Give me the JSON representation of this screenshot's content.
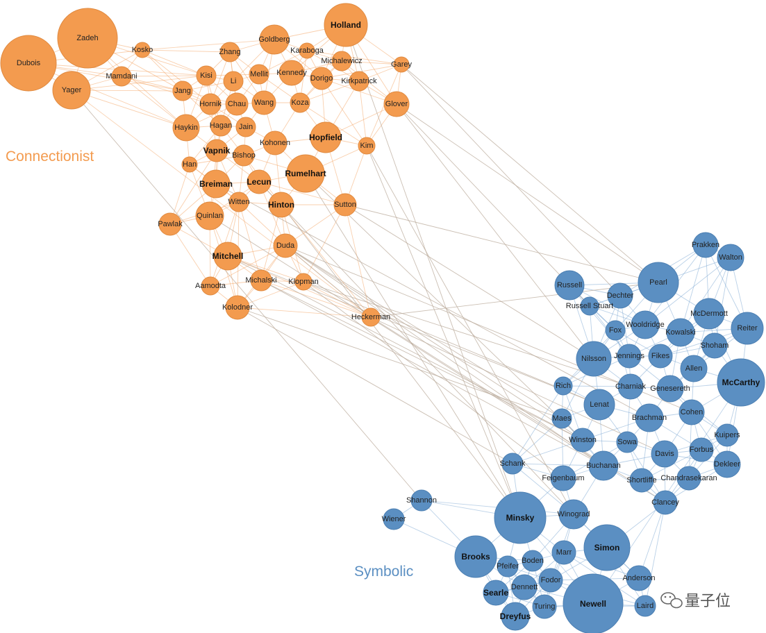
{
  "clusters": [
    {
      "id": "connectionist",
      "label": "Connectionist",
      "color": "#f39b4f",
      "stroke": "#e08a40",
      "edge_color": "#f4a86a"
    },
    {
      "id": "symbolic",
      "label": "Symbolic",
      "color": "#5b8fc2",
      "stroke": "#4c7fb2",
      "edge_color": "#7fa9d4"
    }
  ],
  "cross_edge_color": "#b9aa9a",
  "nodes": [
    {
      "id": "zadeh",
      "label": "Zadeh",
      "c": "connectionist",
      "bold": false
    },
    {
      "id": "dubois",
      "label": "Dubois",
      "c": "connectionist",
      "bold": false
    },
    {
      "id": "yager",
      "label": "Yager",
      "c": "connectionist",
      "bold": false
    },
    {
      "id": "mamdani",
      "label": "Mamdani",
      "c": "connectionist",
      "bold": false
    },
    {
      "id": "kosko",
      "label": "Kosko",
      "c": "connectionist",
      "bold": false
    },
    {
      "id": "zhang",
      "label": "Zhang",
      "c": "connectionist",
      "bold": false
    },
    {
      "id": "goldberg",
      "label": "Goldberg",
      "c": "connectionist",
      "bold": false
    },
    {
      "id": "holland",
      "label": "Holland",
      "c": "connectionist",
      "bold": true
    },
    {
      "id": "karaboga",
      "label": "Karaboga",
      "c": "connectionist",
      "bold": false
    },
    {
      "id": "michalewicz",
      "label": "Michalewicz",
      "c": "connectionist",
      "bold": false
    },
    {
      "id": "garey",
      "label": "Garey",
      "c": "connectionist",
      "bold": false
    },
    {
      "id": "kisi",
      "label": "Kisi",
      "c": "connectionist",
      "bold": false
    },
    {
      "id": "li",
      "label": "Li",
      "c": "connectionist",
      "bold": false
    },
    {
      "id": "mellit",
      "label": "Mellit",
      "c": "connectionist",
      "bold": false
    },
    {
      "id": "kennedy",
      "label": "Kennedy",
      "c": "connectionist",
      "bold": false
    },
    {
      "id": "dorigo",
      "label": "Dorigo",
      "c": "connectionist",
      "bold": false
    },
    {
      "id": "kirkpatrick",
      "label": "Kirkpatrick",
      "c": "connectionist",
      "bold": false
    },
    {
      "id": "jang",
      "label": "Jang",
      "c": "connectionist",
      "bold": false
    },
    {
      "id": "hornik",
      "label": "Hornik",
      "c": "connectionist",
      "bold": false
    },
    {
      "id": "chau",
      "label": "Chau",
      "c": "connectionist",
      "bold": false
    },
    {
      "id": "wang",
      "label": "Wang",
      "c": "connectionist",
      "bold": false
    },
    {
      "id": "koza",
      "label": "Koza",
      "c": "connectionist",
      "bold": false
    },
    {
      "id": "glover",
      "label": "Glover",
      "c": "connectionist",
      "bold": false
    },
    {
      "id": "haykin",
      "label": "Haykin",
      "c": "connectionist",
      "bold": false
    },
    {
      "id": "hagan",
      "label": "Hagan",
      "c": "connectionist",
      "bold": false
    },
    {
      "id": "jain",
      "label": "Jain",
      "c": "connectionist",
      "bold": false
    },
    {
      "id": "kohonen",
      "label": "Kohonen",
      "c": "connectionist",
      "bold": false
    },
    {
      "id": "hopfield",
      "label": "Hopfield",
      "c": "connectionist",
      "bold": true
    },
    {
      "id": "kim",
      "label": "Kim",
      "c": "connectionist",
      "bold": false
    },
    {
      "id": "vapnik",
      "label": "Vapnik",
      "c": "connectionist",
      "bold": true
    },
    {
      "id": "bishop",
      "label": "Bishop",
      "c": "connectionist",
      "bold": false
    },
    {
      "id": "han",
      "label": "Han",
      "c": "connectionist",
      "bold": false
    },
    {
      "id": "rumelhart",
      "label": "Rumelhart",
      "c": "connectionist",
      "bold": true
    },
    {
      "id": "breiman",
      "label": "Breiman",
      "c": "connectionist",
      "bold": true
    },
    {
      "id": "lecun",
      "label": "Lecun",
      "c": "connectionist",
      "bold": true
    },
    {
      "id": "witten",
      "label": "Witten",
      "c": "connectionist",
      "bold": false
    },
    {
      "id": "hinton",
      "label": "Hinton",
      "c": "connectionist",
      "bold": true
    },
    {
      "id": "sutton",
      "label": "Sutton",
      "c": "connectionist",
      "bold": false
    },
    {
      "id": "pawlak",
      "label": "Pawlak",
      "c": "connectionist",
      "bold": false
    },
    {
      "id": "quinlan",
      "label": "Quinlan",
      "c": "connectionist",
      "bold": false
    },
    {
      "id": "duda",
      "label": "Duda",
      "c": "connectionist",
      "bold": false
    },
    {
      "id": "mitchell",
      "label": "Mitchell",
      "c": "connectionist",
      "bold": true
    },
    {
      "id": "aamodt",
      "label": "Aamodta",
      "c": "connectionist",
      "bold": false
    },
    {
      "id": "michalski",
      "label": "Michalski",
      "c": "connectionist",
      "bold": false
    },
    {
      "id": "klopman",
      "label": "Klopman",
      "c": "connectionist",
      "bold": false
    },
    {
      "id": "kolodner",
      "label": "Kolodner",
      "c": "connectionist",
      "bold": false
    },
    {
      "id": "heckerman",
      "label": "Heckerman",
      "c": "connectionist",
      "bold": false
    },
    {
      "id": "prakken",
      "label": "Prakken",
      "c": "symbolic",
      "bold": false
    },
    {
      "id": "walton",
      "label": "Walton",
      "c": "symbolic",
      "bold": false
    },
    {
      "id": "pearl",
      "label": "Pearl",
      "c": "symbolic",
      "bold": false
    },
    {
      "id": "russell",
      "label": "Russell",
      "c": "symbolic",
      "bold": false
    },
    {
      "id": "dechter",
      "label": "Dechter",
      "c": "symbolic",
      "bold": false
    },
    {
      "id": "russellstuart",
      "label": "Russell Stuart",
      "c": "symbolic",
      "bold": false
    },
    {
      "id": "mcdermott",
      "label": "McDermott",
      "c": "symbolic",
      "bold": false
    },
    {
      "id": "reiter",
      "label": "Reiter",
      "c": "symbolic",
      "bold": false
    },
    {
      "id": "fox",
      "label": "Fox",
      "c": "symbolic",
      "bold": false
    },
    {
      "id": "wooldridge",
      "label": "Wooldridge",
      "c": "symbolic",
      "bold": false
    },
    {
      "id": "kowalski",
      "label": "Kowalski",
      "c": "symbolic",
      "bold": false
    },
    {
      "id": "shoham",
      "label": "Shoham",
      "c": "symbolic",
      "bold": false
    },
    {
      "id": "nilsson",
      "label": "Nilsson",
      "c": "symbolic",
      "bold": false
    },
    {
      "id": "jennings",
      "label": "Jennings",
      "c": "symbolic",
      "bold": false
    },
    {
      "id": "fikes",
      "label": "Fikes",
      "c": "symbolic",
      "bold": false
    },
    {
      "id": "allen",
      "label": "Allen",
      "c": "symbolic",
      "bold": false
    },
    {
      "id": "mccarthy",
      "label": "McCarthy",
      "c": "symbolic",
      "bold": true
    },
    {
      "id": "rich",
      "label": "Rich",
      "c": "symbolic",
      "bold": false
    },
    {
      "id": "charniak",
      "label": "Charniak",
      "c": "symbolic",
      "bold": false
    },
    {
      "id": "genesereth",
      "label": "Genesereth",
      "c": "symbolic",
      "bold": false
    },
    {
      "id": "lenat",
      "label": "Lenat",
      "c": "symbolic",
      "bold": false
    },
    {
      "id": "maes",
      "label": "Maes",
      "c": "symbolic",
      "bold": false
    },
    {
      "id": "brachman",
      "label": "Brachman",
      "c": "symbolic",
      "bold": false
    },
    {
      "id": "cohen",
      "label": "Cohen",
      "c": "symbolic",
      "bold": false
    },
    {
      "id": "kuipers",
      "label": "Kuipers",
      "c": "symbolic",
      "bold": false
    },
    {
      "id": "winston",
      "label": "Winston",
      "c": "symbolic",
      "bold": false
    },
    {
      "id": "sowa",
      "label": "Sowa",
      "c": "symbolic",
      "bold": false
    },
    {
      "id": "davis",
      "label": "Davis",
      "c": "symbolic",
      "bold": false
    },
    {
      "id": "forbus",
      "label": "Forbus",
      "c": "symbolic",
      "bold": false
    },
    {
      "id": "dekleer",
      "label": "Dekleer",
      "c": "symbolic",
      "bold": false
    },
    {
      "id": "schank",
      "label": "Schank",
      "c": "symbolic",
      "bold": false
    },
    {
      "id": "buchanan",
      "label": "Buchanan",
      "c": "symbolic",
      "bold": false
    },
    {
      "id": "feigenbaum",
      "label": "Feigenbaum",
      "c": "symbolic",
      "bold": false
    },
    {
      "id": "shortliffe",
      "label": "Shortliffe",
      "c": "symbolic",
      "bold": false
    },
    {
      "id": "chandrasekaran",
      "label": "Chandrasekaran",
      "c": "symbolic",
      "bold": false
    },
    {
      "id": "shannon",
      "label": "Shannon",
      "c": "symbolic",
      "bold": false
    },
    {
      "id": "wiener",
      "label": "Wiener",
      "c": "symbolic",
      "bold": false
    },
    {
      "id": "clancey",
      "label": "Clancey",
      "c": "symbolic",
      "bold": false
    },
    {
      "id": "minsky",
      "label": "Minsky",
      "c": "symbolic",
      "bold": true
    },
    {
      "id": "winograd",
      "label": "Winograd",
      "c": "symbolic",
      "bold": false
    },
    {
      "id": "brooks",
      "label": "Brooks",
      "c": "symbolic",
      "bold": true
    },
    {
      "id": "simon",
      "label": "Simon",
      "c": "symbolic",
      "bold": true
    },
    {
      "id": "marr",
      "label": "Marr",
      "c": "symbolic",
      "bold": false
    },
    {
      "id": "boden",
      "label": "Boden",
      "c": "symbolic",
      "bold": false
    },
    {
      "id": "pfeifer",
      "label": "Pfeifer",
      "c": "symbolic",
      "bold": false
    },
    {
      "id": "anderson",
      "label": "Anderson",
      "c": "symbolic",
      "bold": false
    },
    {
      "id": "fodor",
      "label": "Fodor",
      "c": "symbolic",
      "bold": false
    },
    {
      "id": "searle",
      "label": "Searle",
      "c": "symbolic",
      "bold": true
    },
    {
      "id": "dennett",
      "label": "Dennett",
      "c": "symbolic",
      "bold": false
    },
    {
      "id": "turing",
      "label": "Turing",
      "c": "symbolic",
      "bold": false
    },
    {
      "id": "newell",
      "label": "Newell",
      "c": "symbolic",
      "bold": true
    },
    {
      "id": "laird",
      "label": "Laird",
      "c": "symbolic",
      "bold": false
    },
    {
      "id": "dreyfus",
      "label": "Dreyfus",
      "c": "symbolic",
      "bold": true
    }
  ],
  "cross_edges": [
    [
      "duda",
      "heckerman"
    ],
    [
      "duda",
      "maes"
    ],
    [
      "duda",
      "winston"
    ],
    [
      "duda",
      "buchanan"
    ],
    [
      "klopman",
      "feigenbaum"
    ],
    [
      "klopman",
      "lenat"
    ],
    [
      "michalski",
      "winston"
    ],
    [
      "michalski",
      "buchanan"
    ],
    [
      "kolodner",
      "schank"
    ],
    [
      "kolodner",
      "maes"
    ],
    [
      "mitchell",
      "lenat"
    ],
    [
      "mitchell",
      "winston"
    ],
    [
      "quinlan",
      "buchanan"
    ],
    [
      "garey",
      "pearl"
    ],
    [
      "garey",
      "dechter"
    ],
    [
      "glover",
      "pearl"
    ],
    [
      "glover",
      "nilsson"
    ],
    [
      "glover",
      "russellstuart"
    ],
    [
      "kim",
      "minsky"
    ],
    [
      "kim",
      "winograd"
    ],
    [
      "sutton",
      "pearl"
    ],
    [
      "sutton",
      "nilsson"
    ],
    [
      "hinton",
      "minsky"
    ],
    [
      "rumelhart",
      "minsky"
    ],
    [
      "rumelhart",
      "winston"
    ],
    [
      "yager",
      "shannon"
    ],
    [
      "heckerman",
      "pearl"
    ],
    [
      "heckerman",
      "davis"
    ],
    [
      "heckerman",
      "clancey"
    ],
    [
      "duda",
      "cohen"
    ],
    [
      "holland",
      "minsky"
    ],
    [
      "lecun",
      "winograd"
    ],
    [
      "breiman",
      "brachman"
    ],
    [
      "klopman",
      "charniak"
    ]
  ],
  "watermark": {
    "text": "量子位",
    "icon": "wechat-icon"
  }
}
